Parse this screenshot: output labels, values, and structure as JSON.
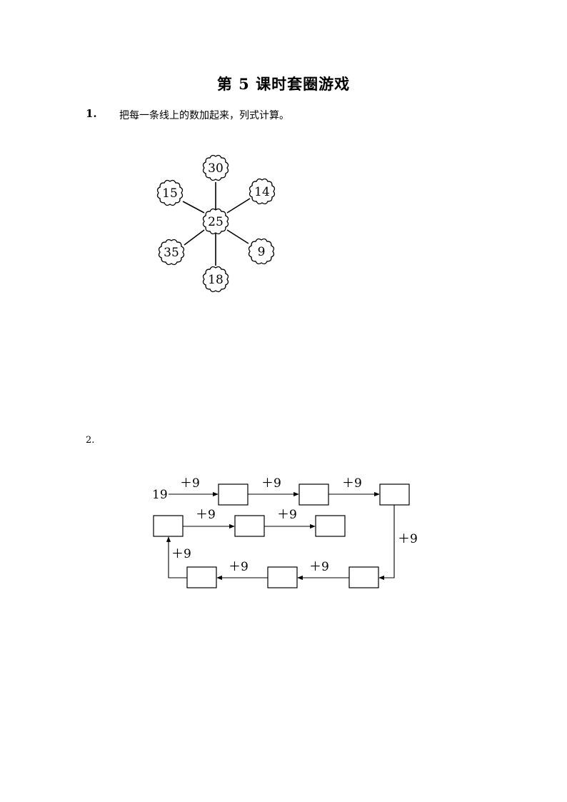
{
  "title": "第 5 课时套圈游戏",
  "question1": {
    "number": "1.",
    "instruction": "把每一条线上的数加起来，列式计算。",
    "center": "25",
    "outer": [
      "30",
      "14",
      "9",
      "18",
      "35",
      "15"
    ]
  },
  "question2": {
    "number": "2.",
    "start": "19",
    "op": "＋9"
  }
}
